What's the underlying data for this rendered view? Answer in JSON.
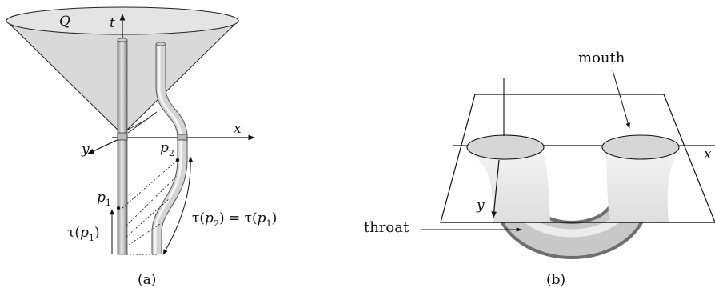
{
  "panel_a": {
    "caption": "(a)",
    "cone_label": "Q",
    "t_axis": "t",
    "x_axis": "x",
    "y_axis": "y",
    "p1": {
      "var": "p",
      "sub": "1"
    },
    "p2": {
      "var": "p",
      "sub": "2"
    },
    "tau_p1": {
      "pre": "τ(",
      "var": "p",
      "sub": "1",
      "post": ")"
    },
    "tau_eq": {
      "a_pre": "τ(",
      "a_var": "p",
      "a_sub": "2",
      "mid": ") = τ(",
      "b_var": "p",
      "b_sub": "1",
      "post": ")"
    }
  },
  "panel_b": {
    "caption": "(b)",
    "mouth_label": "mouth",
    "throat_label": "throat",
    "x_axis": "x",
    "y_axis": "y"
  },
  "colors": {
    "cone_fill": "#d9d9d9",
    "mouth_fill": "#d6d6d6",
    "tube_dark": "#7a7a7a",
    "tube_light": "#e8e8e8",
    "flare": "#e6e6e6"
  }
}
